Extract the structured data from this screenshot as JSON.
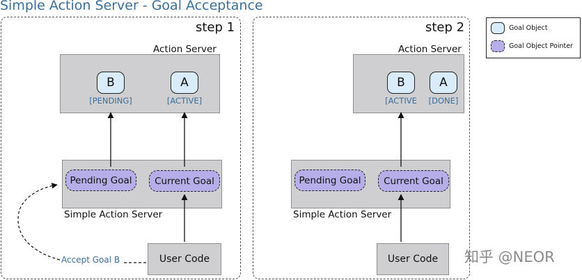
{
  "title": "Simple Action Server - Goal Acceptance",
  "legend": {
    "goal_object": "Goal Object",
    "goal_object_pointer": "Goal Object Pointer"
  },
  "step1": {
    "label": "step 1",
    "action_server": "Action Server",
    "goal_b": "B",
    "goal_b_state": "[PENDING]",
    "goal_a": "A",
    "goal_a_state": "[ACTIVE]",
    "pending_goal": "Pending Goal",
    "current_goal": "Current Goal",
    "simple_action_server": "Simple Action Server",
    "user_code": "User Code",
    "accept_goal": "Accept Goal B"
  },
  "step2": {
    "label": "step 2",
    "action_server": "Action Server",
    "goal_b": "B",
    "goal_b_state": "[ACTIVE",
    "goal_a": "A",
    "goal_a_state": "[DONE]",
    "pending_goal": "Pending Goal",
    "current_goal": "Current Goal",
    "simple_action_server": "Simple Action Server",
    "user_code": "User Code"
  },
  "watermark": "知乎 @NEOR",
  "colors": {
    "title": "#3a6f9c",
    "goal_object_fill": "#d8ecfb",
    "goal_pointer_fill": "#b6aee8",
    "server_box_fill": "#cfcfd1"
  }
}
